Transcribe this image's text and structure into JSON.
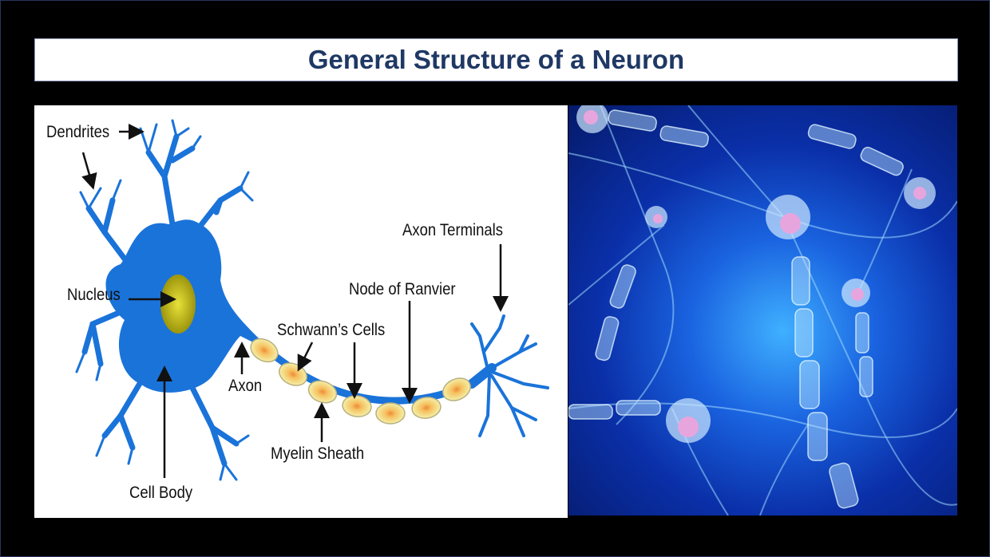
{
  "title": "General Structure of a Neuron",
  "diagram": {
    "labels": {
      "dendrites": "Dendrites",
      "nucleus": "Nucleus",
      "cell_body": "Cell Body",
      "axon": "Axon",
      "schwann_cells": "Schwann’s Cells",
      "myelin_sheath": "Myelin Sheath",
      "node_of_ranvier": "Node of Ranvier",
      "axon_terminals": "Axon Terminals"
    },
    "colors": {
      "neuron": "#1a73d9",
      "nucleus": "#c9c21a",
      "schwann": "#f3ec9a",
      "title": "#1f3864"
    }
  }
}
